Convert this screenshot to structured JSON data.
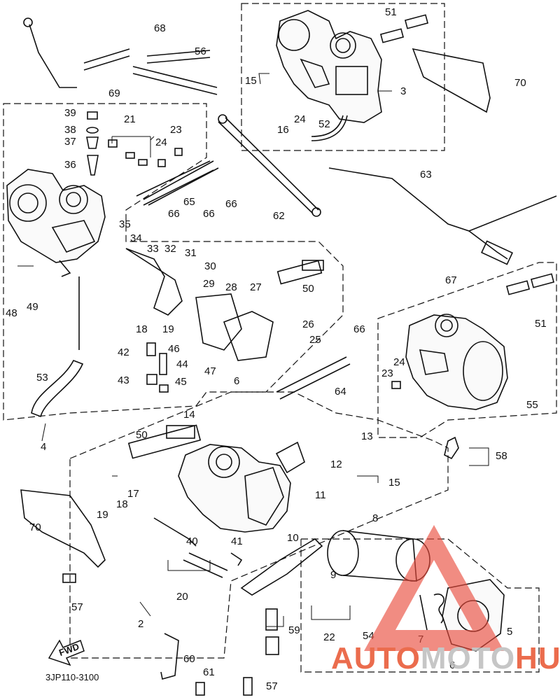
{
  "callouts": [
    "68",
    "56",
    "51",
    "15",
    "3",
    "70",
    "69",
    "39",
    "38",
    "37",
    "36",
    "21",
    "23",
    "24",
    "16",
    "24",
    "52",
    "66",
    "65",
    "66",
    "66",
    "62",
    "63",
    "35",
    "34",
    "33",
    "32",
    "31",
    "30",
    "29",
    "28",
    "27",
    "50",
    "48",
    "49",
    "18",
    "19",
    "26",
    "25",
    "42",
    "46",
    "44",
    "43",
    "45",
    "47",
    "6",
    "53",
    "4",
    "67",
    "51",
    "66",
    "64",
    "24",
    "23",
    "55",
    "14",
    "50",
    "13",
    "58",
    "12",
    "15",
    "11",
    "17",
    "8",
    "19",
    "18",
    "70",
    "40",
    "41",
    "10",
    "9",
    "20",
    "57",
    "2",
    "59",
    "22",
    "54",
    "7",
    "5",
    "6",
    "60",
    "61",
    "57"
  ],
  "diagram_code": "3JP110-3100",
  "fwd_label": "FWD",
  "watermark": {
    "auto": "AUTO",
    "moto": "MOTO",
    "hub": "HUB",
    "accent_color": "#e8532e",
    "gray_color": "#bdbdbd",
    "triangle_color": "#e94b3c"
  }
}
